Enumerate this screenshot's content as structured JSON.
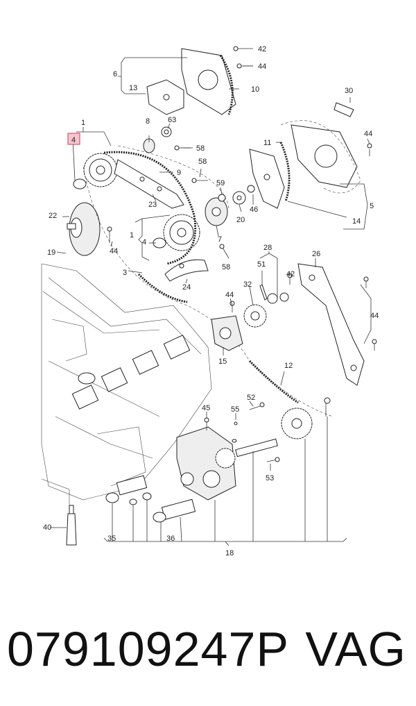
{
  "diagram": {
    "highlighted_callout": "4",
    "callouts": {
      "c1": "1",
      "c1b": "1",
      "c3": "3",
      "c4": "4",
      "c4b": "4",
      "c5": "5",
      "c6": "6",
      "c7": "7",
      "c8": "8",
      "c9": "9",
      "c10": "10",
      "c11": "11",
      "c12": "12",
      "c13": "13",
      "c14": "14",
      "c15": "15",
      "c18": "18",
      "c19": "19",
      "c20": "20",
      "c22": "22",
      "c23": "23",
      "c24": "24",
      "c26": "26",
      "c28": "28",
      "c30": "30",
      "c32": "32",
      "c35": "35",
      "c36": "36",
      "c40": "40",
      "c42a": "42",
      "c42b": "42",
      "c44a": "44",
      "c44b": "44",
      "c44c": "44",
      "c44d": "44",
      "c44e": "44",
      "c45": "45",
      "c46": "46",
      "c51": "51",
      "c52": "52",
      "c53": "53",
      "c55": "55",
      "c58a": "58",
      "c58b": "58",
      "c58c": "58",
      "c59": "59",
      "c63": "63"
    }
  },
  "footer": {
    "part_number": "079109247P",
    "brand": "VAG"
  }
}
